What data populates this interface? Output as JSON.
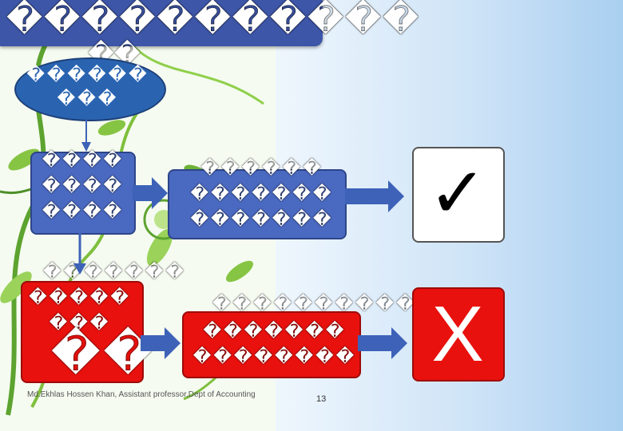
{
  "title": {
    "line1": "�����������",
    "line2": "��"
  },
  "diagram": {
    "start_node": "������ ���",
    "blue_box": "���� ���� ����",
    "blue_box_output": "������ ������� �������",
    "connector_label": "�������",
    "red_box": "����� ���",
    "red_box_big": "��",
    "red_box_output_top": "����������",
    "red_box_output": "������� ��������",
    "accept_symbol": "✓",
    "reject_symbol": "X"
  },
  "colors": {
    "title_bar": "#3d56a8",
    "blue_box": "#4a69c0",
    "red_box": "#e8110e",
    "start_node": "#2a64b0"
  },
  "footer": {
    "credit": "Md.Ekhlas Hossen Khan, Assistant professor,Dept of Accounting",
    "page_number": "13"
  }
}
